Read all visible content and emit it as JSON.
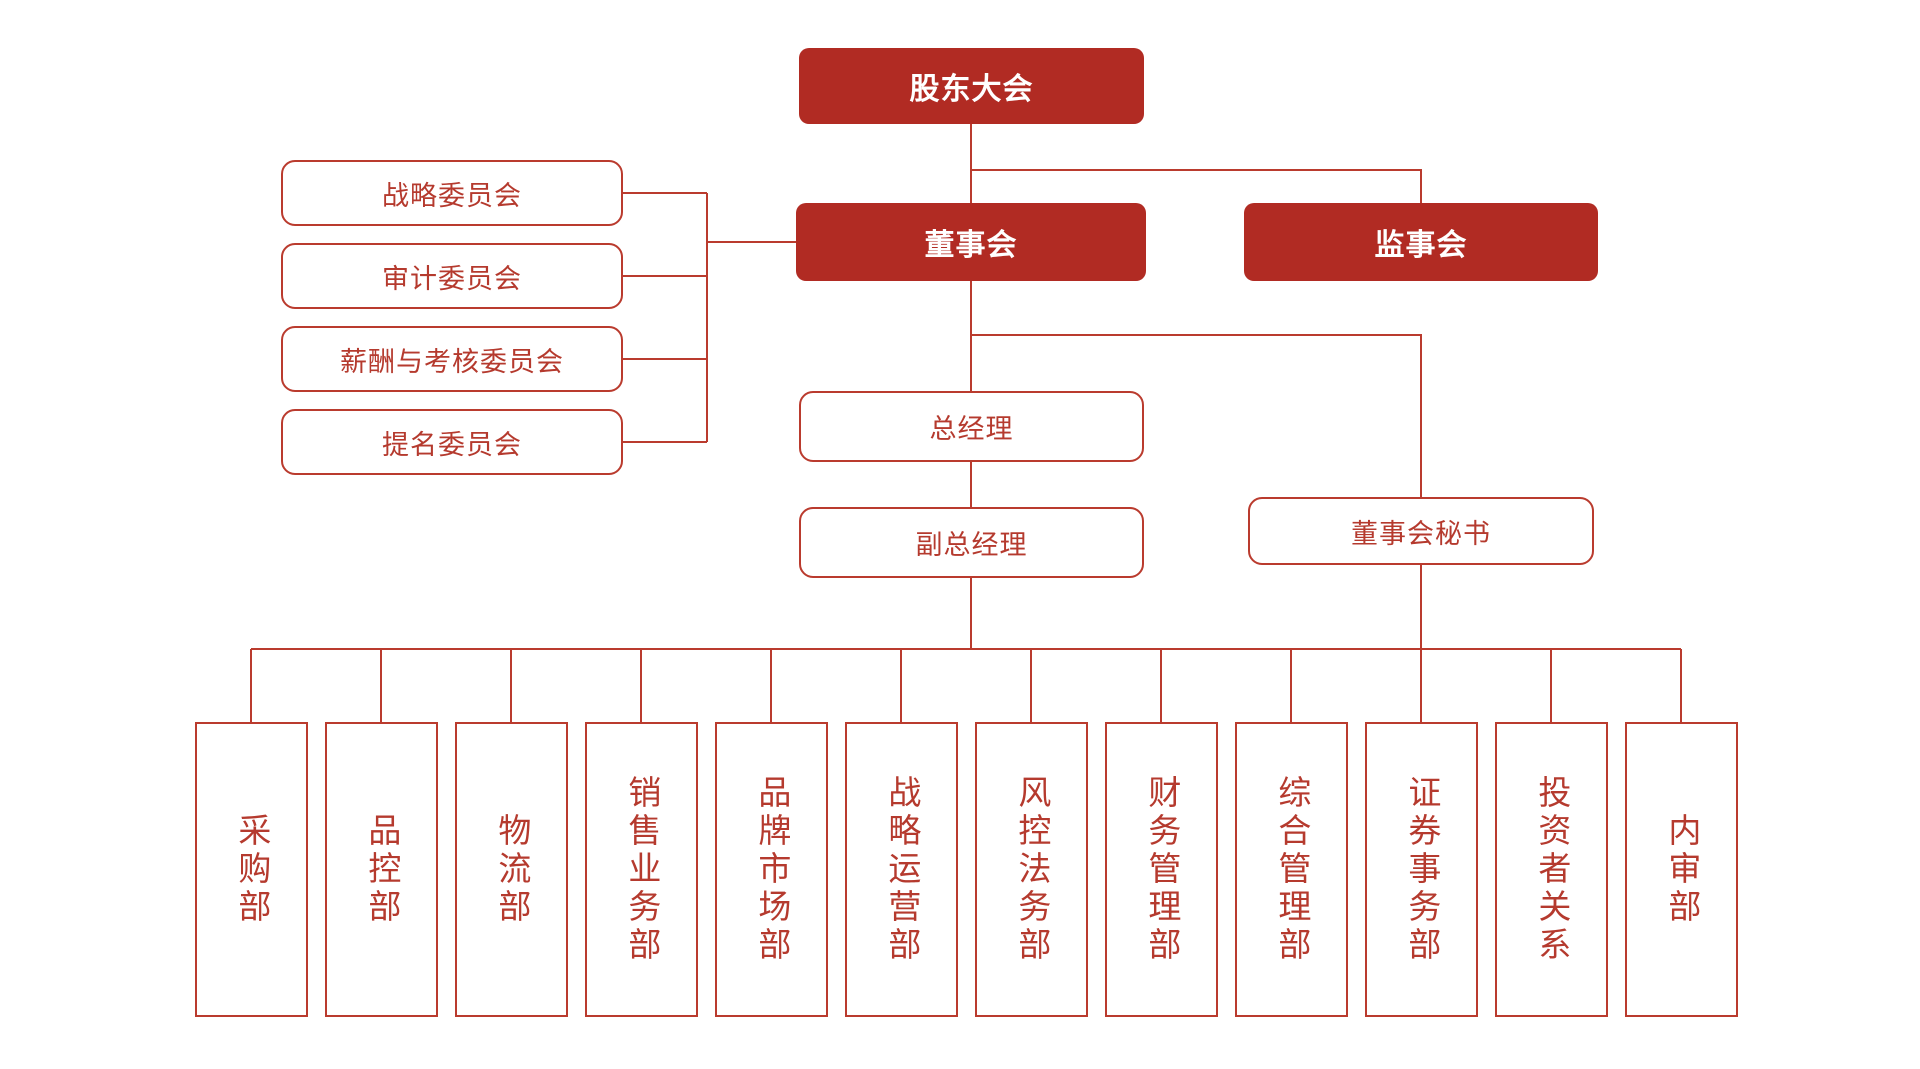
{
  "diagram": {
    "type": "org-chart",
    "nodes": {
      "shareholders": {
        "label": "股东大会"
      },
      "board": {
        "label": "董事会"
      },
      "supervisory": {
        "label": "监事会"
      },
      "committees": [
        {
          "label": "战略委员会"
        },
        {
          "label": "审计委员会"
        },
        {
          "label": "薪酬与考核委员会"
        },
        {
          "label": "提名委员会"
        }
      ],
      "general_manager": {
        "label": "总经理"
      },
      "deputy_general_manager": {
        "label": "副总经理"
      },
      "board_secretary": {
        "label": "董事会秘书"
      },
      "departments": [
        {
          "label": "采购部"
        },
        {
          "label": "品控部"
        },
        {
          "label": "物流部"
        },
        {
          "label": "销售业务部"
        },
        {
          "label": "品牌市场部"
        },
        {
          "label": "战略运营部"
        },
        {
          "label": "风控法务部"
        },
        {
          "label": "财务管理部"
        },
        {
          "label": "综合管理部"
        },
        {
          "label": "证券事务部"
        },
        {
          "label": "投资者关系"
        },
        {
          "label": "内审部"
        }
      ]
    },
    "colors": {
      "fill_red": "#B12B23",
      "line_red": "#BA3B2E",
      "box_text_red": "#B53A2E",
      "text_on_fill": "#FFFFFF",
      "background": "#FFFFFF"
    }
  }
}
